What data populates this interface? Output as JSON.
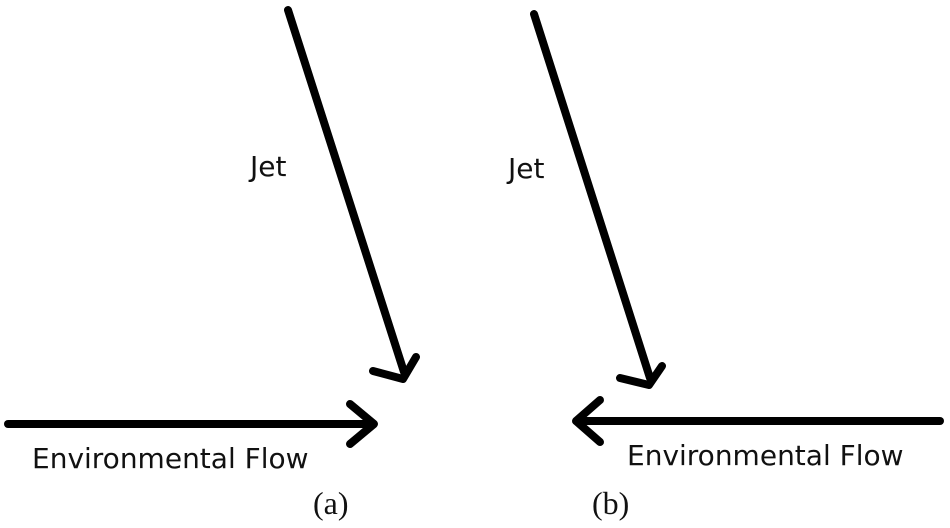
{
  "panels": [
    {
      "id": "a",
      "jet_label": "Jet",
      "flow_label": "Environmental Flow",
      "caption": "(a)",
      "flow_direction": "left-to-right"
    },
    {
      "id": "b",
      "jet_label": "Jet",
      "flow_label": "Environmental Flow",
      "caption": "(b)",
      "flow_direction": "right-to-left"
    }
  ],
  "colors": {
    "arrow": "#000000",
    "text": "#111111",
    "background": "#ffffff"
  }
}
